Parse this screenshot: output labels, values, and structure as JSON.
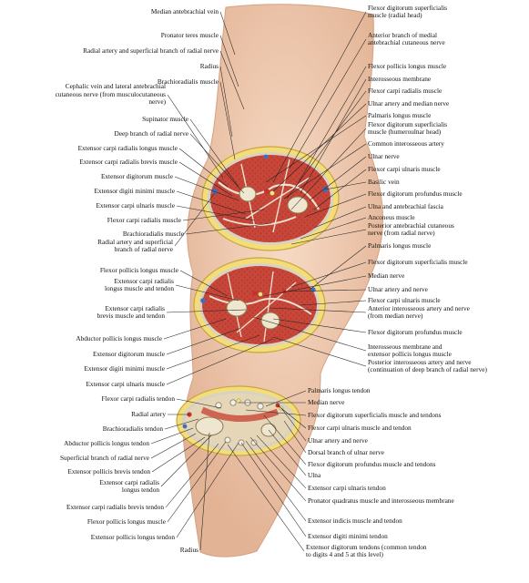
{
  "left_labels": [
    "Median antebrachial vein",
    "Pronator teres muscle",
    "Radial artery and superficial branch of radial nerve",
    "Radius",
    "Brachioradialis muscle",
    "Cephalic vein and lateral antebrachial\ncutaneous nerve (from musculocutaneous\nnerve)",
    "Supinator muscle",
    "Deep branch of radial nerve",
    "Extensor carpi radialis longus muscle",
    "Extensor carpi radialis brevis muscle",
    "Extensor digitorum muscle",
    "Extensor digiti minimi muscle",
    "Extensor carpi ulnaris muscle",
    "Flexor carpi radialis muscle",
    "Brachioradialis muscle",
    "Radial artery and superficial\nbranch of radial nerve",
    "Flexor pollicis longus muscle",
    "Extensor carpi radialis\nlongus muscle and tendon",
    "Extensor carpi radialis\nbrevis muscle and tendon",
    "Abductor pollicis longus muscle",
    "Extensor digitorum muscle",
    "Extensor digiti minimi muscle",
    "Extensor carpi ulnaris muscle",
    "Flexor carpi radialis tendon",
    "Radial artery",
    "Brachioradialis tendon",
    "Abductor pollicis longus tendon",
    "Superficial branch of radial nerve",
    "Extensor pollicis brevis tendon",
    "Extensor carpi radialis\nlongus tendon",
    "Extensor carpi radialis brevis tendon",
    "Flexor pollicis longus muscle",
    "Extensor pollicis longus tendon",
    "Radius"
  ],
  "right_labels": [
    "Flexor digitorum superficialis\nmuscle (radial head)",
    "Anterior branch of medial\nantebrachial cutaneous nerve",
    "Flexor pollicis longus muscle",
    "Interosseous membrane",
    "Flexor carpi radialis muscle",
    "Ulnar artery and median nerve",
    "Palmaris longus muscle",
    "Flexor digitorum superficialis\nmuscle (humeroulnar head)",
    "Common interosseous artery",
    "Ulnar nerve",
    "Flexor carpi ulnaris muscle",
    "Basilic vein",
    "Flexor digitorum profundus muscle",
    "Ulna and antebrachial fascia",
    "Anconeus muscle",
    "Posterior antebrachial cutaneous\nnerve (from radial nerve)",
    "Palmaris longus muscle",
    "Flexor digitorum superficialis muscle",
    "Median nerve",
    "Ulnar artery and nerve",
    "Flexor carpi ulnaris muscle",
    "Anterior interosseous artery and nerve\n(from median nerve)",
    "Flexor digitorum profundus muscle",
    "Interosseous membrane and\nextensor pollicis longus muscle",
    "Posterior interosseous artery and nerve\n(continuation of deep branch of radial nerve)",
    "Palmaris longus tendon",
    "Median nerve",
    "Flexor digitorum superficialis muscle and tendons",
    "Flexor carpi ulnaris muscle and tendon",
    "Ulnar artery and nerve",
    "Dorsal branch of ulnar nerve",
    "Flexor digitorum profundus muscle and tendons",
    "Ulna",
    "Extensor carpi ulnaris tendon",
    "Pronator quadratus muscle and interosseous membrane",
    "Extensor indicis muscle and tendon",
    "Extensor digiti minimi tendon",
    "Extensor digitorum tendons (common tendon\nto digits 4 and 5 at this level)"
  ],
  "colors": {
    "skin": "#f1cdb5",
    "skin_shadow": "#e2b298",
    "muscle": "#c9473a",
    "muscle_dark": "#a93a30",
    "fat": "#f3dc7a",
    "fascia": "#d9d2c4",
    "bone": "#efe6cf",
    "vessel_red": "#c8302a",
    "vessel_blue": "#3b6fc0",
    "nerve": "#f6e27a",
    "leader": "#222222"
  }
}
